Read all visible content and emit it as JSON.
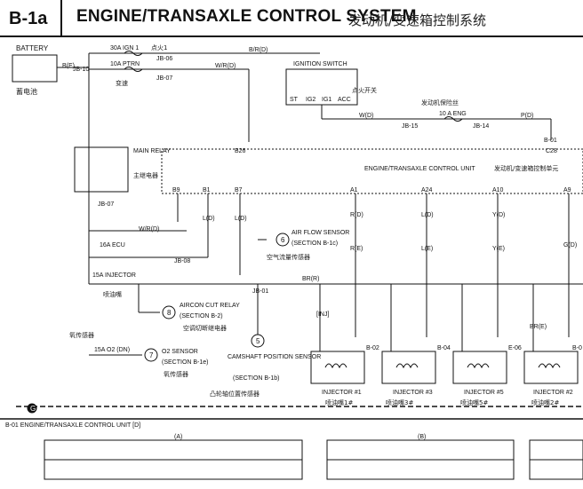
{
  "header": {
    "page_id": "B-1a",
    "title_en": "ENGINE/TRANSAXLE CONTROL SYSTEM",
    "title_cn": "发动机/变速箱控制系统"
  },
  "battery": {
    "label": "BATTERY",
    "label_cn": "蓄电池"
  },
  "fuses": {
    "ign1": "30A IGN 1",
    "ign1_cn": "点火1",
    "ptrn": "10A PTRN",
    "ptrn_cn": "变速",
    "ecu": "16A ECU",
    "injector": "15A INJECTOR",
    "injector_cn": "喷油嘴",
    "o2": "15A O2 (DN)",
    "o2_cn": "氧传感器",
    "eng": "10 A ENG",
    "eng_cn": "发动机保险丝"
  },
  "ignition_switch": {
    "label": "IGNITION SWITCH",
    "label_cn": "点火开关",
    "terminals": [
      "ST",
      "IG2",
      "IG1",
      "ACC"
    ]
  },
  "main_relay": {
    "label": "MAIN RELAY",
    "label_cn": "主继电器"
  },
  "ecu": {
    "label": "ENGINE/TRANSAXLE CONTROL UNIT",
    "label_cn": "发动机/变速箱控制单元",
    "pins": [
      "B9",
      "B1",
      "B7",
      "A1",
      "A24",
      "A10",
      "A9"
    ],
    "bottom_pin": "B-01",
    "c28": "C28"
  },
  "joint_boxes": [
    "JB-10",
    "JB-06",
    "JB-07",
    "JB-07",
    "JB-08",
    "JB-01",
    "JB-15",
    "JB-14"
  ],
  "wires": {
    "b_r_d": "B/R(D)",
    "b_e": "B(E)",
    "w_r_d": "W/R(D)",
    "w_r_d2": "W/R(D)",
    "w_d": "W(D)",
    "p_d": "P(D)",
    "l_d": "L(D)",
    "l_d2": "L(D)",
    "r_d": "R(D)",
    "l_d3": "L(D)",
    "y_d": "Y(D)",
    "g_d": "G(D)",
    "r_e": "R(E)",
    "l_e": "L(E)",
    "y_e": "Y(E)",
    "br_r": "BR(R)",
    "br_e": "BR(E)",
    "inj": "[INJ]",
    "b26": "B26"
  },
  "sensors": {
    "airflow_num": "6",
    "airflow": "AIR FLOW SENSOR",
    "airflow_ref": "(SECTION B-1c)",
    "airflow_cn": "空气流量传感器",
    "aircon_num": "8",
    "aircon": "AIRCON CUT RELAY",
    "aircon_ref": "(SECTION B-2)",
    "aircon_cn": "空调切断继电器",
    "o2_num": "7",
    "o2": "O2 SENSOR",
    "o2_ref": "(SECTION B-1e)",
    "o2_cn": "氧传感器",
    "cam_num": "5",
    "cam": "CAMSHAFT POSITION SENSOR",
    "cam_ref": "(SECTION B-1b)",
    "cam_cn": "凸轮轴位置传感器"
  },
  "injectors": [
    {
      "label": "INJECTOR #1",
      "label_cn": "喷油嘴1#",
      "conn": "B-02"
    },
    {
      "label": "INJECTOR #3",
      "label_cn": "喷油嘴3#",
      "conn": "B-04"
    },
    {
      "label": "INJECTOR #5",
      "label_cn": "喷油嘴5#",
      "conn": "E-06"
    },
    {
      "label": "INJECTOR #2",
      "label_cn": "喷油嘴2#",
      "conn": "B-0"
    }
  ],
  "ground": "G",
  "footer": {
    "label": "B-01 ENGINE/TRANSAXLE CONTROL UNIT [D]",
    "group_a": "(A)",
    "group_b": "(B)"
  }
}
